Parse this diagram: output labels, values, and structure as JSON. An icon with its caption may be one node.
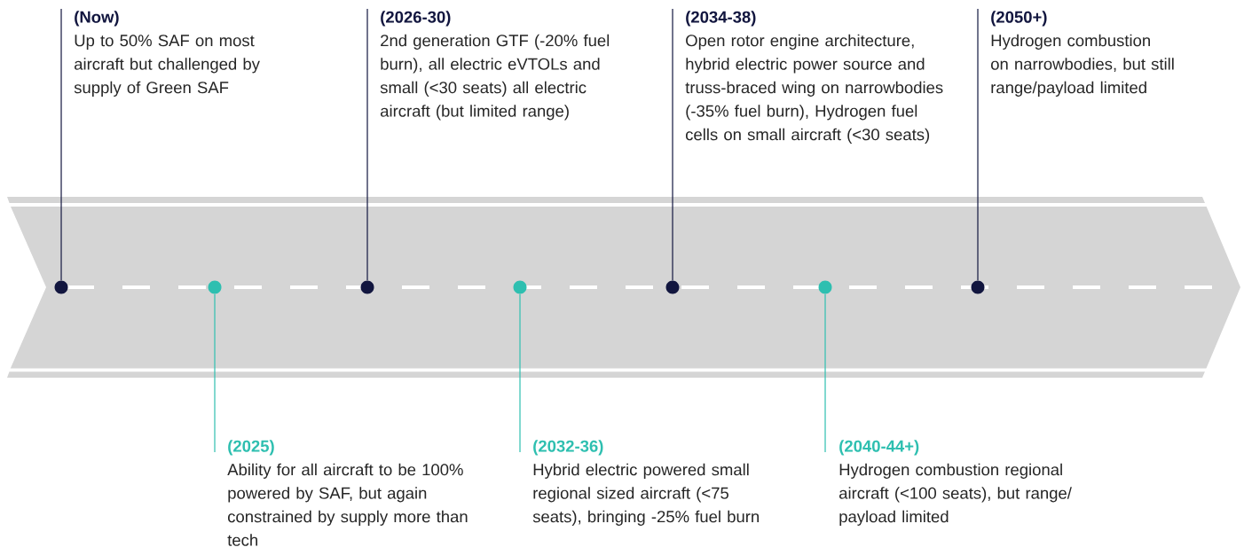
{
  "diagram": {
    "nodes": [
      {
        "text": [
          "(Now)",
          "Up to 50% SAF on most aircraft but challenged by supply of Green SAF"
        ]
      },
      {
        "text": [
          "(2025)",
          "Ability for all aircraft to be 100% powered by SAF, but again constrained by supply more than tech"
        ]
      },
      {
        "text": [
          "(2026-30)",
          "2nd generation GTF (-20% fuel burn), all electric eVTOLs and small (<30 seats) all electric aircraft (but limited range)"
        ]
      },
      {
        "text": [
          "(2032-36)",
          "Hybrid electric powered small regional sized aircraft (<75 seats), bringing -25% fuel burn"
        ]
      },
      {
        "text": [
          "(2034-38)",
          "Open rotor engine architecture, hybrid electric power source and truss-braced wing on narrowbodies (-35% fuel burn), Hydrogen fuel cells on small aircraft (<30 seats)"
        ]
      },
      {
        "text": [
          "(2040-44+)",
          "Hydrogen combustion regional aircraft (<100 seats), but range/ payload limited"
        ]
      },
      {
        "text": [
          "(2050+)",
          "Hydrogen combustion on narrowbodies, but still range/payload limited"
        ]
      },
      {
        "text": [],
        "shape": "circle"
      },
      {
        "text": [],
        "shape": "circle"
      },
      {
        "text": [],
        "shape": "circle"
      },
      {
        "text": [],
        "shape": "circle"
      },
      {
        "text": [],
        "shape": "circle"
      },
      {
        "text": [],
        "shape": "circle"
      },
      {
        "text": [],
        "shape": "circle"
      }
    ],
    "edges": [
      {
        "from": 0,
        "to": 7,
        "arrow": "none"
      },
      {
        "from": 1,
        "to": 8,
        "arrow": "none",
        "color": "#2ebfb0"
      },
      {
        "from": 2,
        "to": 9,
        "arrow": "none"
      },
      {
        "from": 3,
        "to": 10,
        "arrow": "none",
        "color": "#2ebfb0"
      },
      {
        "from": 4,
        "to": 11,
        "arrow": "none"
      },
      {
        "from": 5,
        "to": 12,
        "arrow": "none",
        "color": "#2ebfb0"
      },
      {
        "from": 6,
        "to": 13,
        "arrow": "none"
      }
    ]
  }
}
